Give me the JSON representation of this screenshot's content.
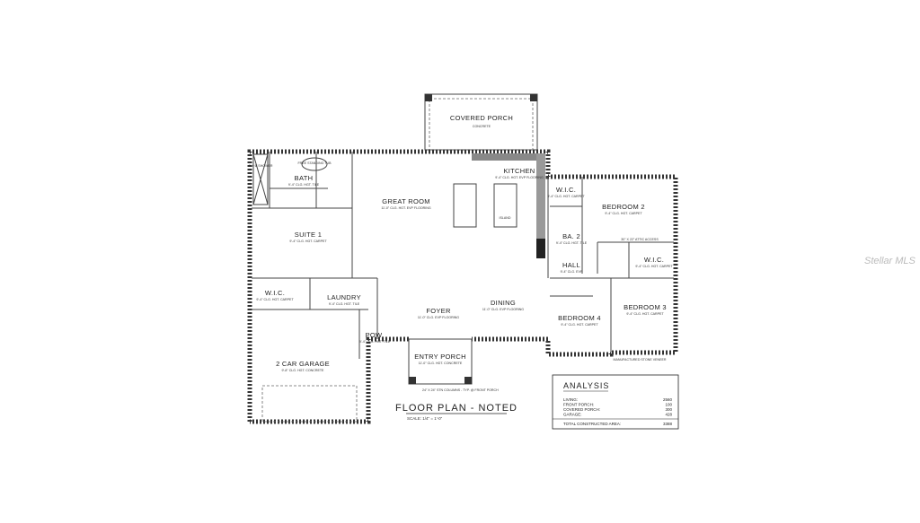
{
  "rooms": {
    "covered_porch": {
      "name": "COVERED PORCH",
      "detail": "CONCRETE"
    },
    "bath": {
      "name": "BATH",
      "detail": "9'-4\" CLG. HGT. TILE"
    },
    "suite1": {
      "name": "SUITE 1",
      "detail": "9'-4\" CLG. HGT. CARPET"
    },
    "great_room": {
      "name": "GREAT ROOM",
      "detail": "11'-0\" CLG. HGT. EVP FLOORING"
    },
    "kitchen": {
      "name": "KITCHEN",
      "detail": "9'-4\" CLG. HGT. EVP FLOORING"
    },
    "island": {
      "name": "ISLAND"
    },
    "bedroom2": {
      "name": "BEDROOM 2",
      "detail": "9'-4\" CLG. HGT. CARPET"
    },
    "ba2": {
      "name": "BA. 2",
      "detail": "9'-4\" CLG. HGT. TILE"
    },
    "hall": {
      "name": "HALL",
      "detail": "9'-4\" CLG. EVP"
    },
    "wic_b2": {
      "name": "W.I.C.",
      "detail": "9'-4\" CLG. HGT. CARPET"
    },
    "wic_b3": {
      "name": "W.I.C.",
      "detail": "9'-4\" CLG. HGT. CARPET"
    },
    "wic_s1": {
      "name": "W.I.C.",
      "detail": "9'-4\" CLG. HGT. CARPET"
    },
    "laundry": {
      "name": "LAUNDRY",
      "detail": "9'-4\" CLG. HGT. TILE"
    },
    "foyer": {
      "name": "FOYER",
      "detail": "11'-0\" CLG. EVP FLOORING"
    },
    "dining": {
      "name": "DINING",
      "detail": "11'-0\" CLG. EVP FLOORING"
    },
    "bedroom4": {
      "name": "BEDROOM 4",
      "detail": "9'-4\" CLG. HGT. CARPET"
    },
    "bedroom3": {
      "name": "BEDROOM 3",
      "detail": "9'-4\" CLG. HGT. CARPET"
    },
    "pow": {
      "name": "POW.",
      "detail": "9'-4\" CLG. HGT. TILE"
    },
    "garage": {
      "name": "2 CAR GARAGE",
      "detail": "9'-8\" CLG. HGT. CONCRETE"
    },
    "entry_porch": {
      "name": "ENTRY PORCH",
      "detail": "11'-0\" CLG. HGT. CONCRETE"
    }
  },
  "notes": {
    "free_standing_tub": "FREE STANDING TUB",
    "shower": "4' X 6' SHOWER",
    "attic_access": "30\" X 22\" ATTIC ACCESS",
    "columns": "24\" X 24\" STN COLUMNS - TYP. @ FRONT PORCH",
    "manufactured_stone": "MANUFACTURED STONE VENEER"
  },
  "title": {
    "text": "FLOOR PLAN - NOTED",
    "scale": "SCALE: 1/4\" = 1'-0\""
  },
  "analysis": {
    "heading": "ANALYSIS",
    "rows": [
      {
        "label": "LIVING:",
        "value": "2560"
      },
      {
        "label": "FRONT PORCH:",
        "value": "100"
      },
      {
        "label": "COVERED PORCH:",
        "value": "300"
      },
      {
        "label": "GARAGE:",
        "value": "428"
      }
    ],
    "total_label": "TOTAL CONSTRUCTED AREA:",
    "total_value": "3388"
  },
  "watermark": "Stellar MLS"
}
